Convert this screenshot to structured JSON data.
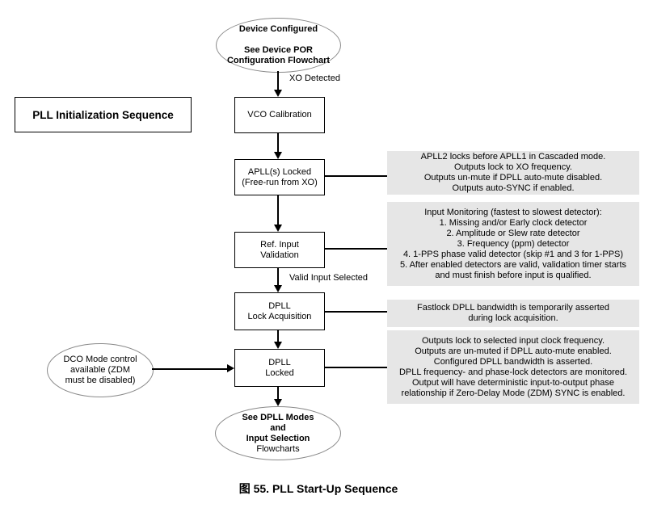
{
  "colors": {
    "annotation_bg": "#e6e6e6",
    "line": "#000000",
    "terminator_border": "#8a8a8a",
    "text": "#000000",
    "background": "#ffffff"
  },
  "diagram_title": "PLL Initialization Sequence",
  "caption": "图 55.  PLL Start-Up Sequence",
  "nodes": {
    "start": "Device Configured\n\nSee Device POR\nConfiguration Flowchart",
    "vco": "VCO Calibration",
    "apll": "APLL(s) Locked\n(Free-run from XO)",
    "ref_input": "Ref. Input\nValidation",
    "lock_acq": "DPLL\nLock Acquisition",
    "locked": "DPLL\nLocked",
    "dco": "DCO Mode control\navailable (ZDM\nmust be disabled)",
    "end_bold": "See DPLL Modes\nand\nInput Selection",
    "end_regular": "Flowcharts"
  },
  "edge_labels": {
    "xo_detected": "XO Detected",
    "valid_input": "Valid Input Selected"
  },
  "annotations": {
    "apll_note": "APLL2 locks before APLL1 in Cascaded mode.\nOutputs lock to XO frequency.\nOutputs un-mute if DPLL auto-mute disabled.\nOutputs auto-SYNC if enabled.",
    "input_monitoring_note": "Input Monitoring (fastest to slowest detector):\n1. Missing and/or Early clock detector\n2. Amplitude or Slew rate detector\n3. Frequency (ppm) detector\n4. 1-PPS phase valid detector (skip #1 and 3 for 1-PPS)\n5. After enabled detectors are valid, validation timer starts\nand must finish before input is qualified.",
    "fastlock_note": "Fastlock DPLL bandwidth is temporarily asserted\nduring lock acquisition.",
    "locked_note": "Outputs lock to selected input clock frequency.\nOutputs are un-muted if DPLL auto-mute enabled.\nConfigured DPLL bandwidth is asserted.\nDPLL frequency- and phase-lock detectors are monitored.\nOutput will have deterministic input-to-output phase\nrelationship if Zero-Delay Mode (ZDM) SYNC is enabled."
  }
}
